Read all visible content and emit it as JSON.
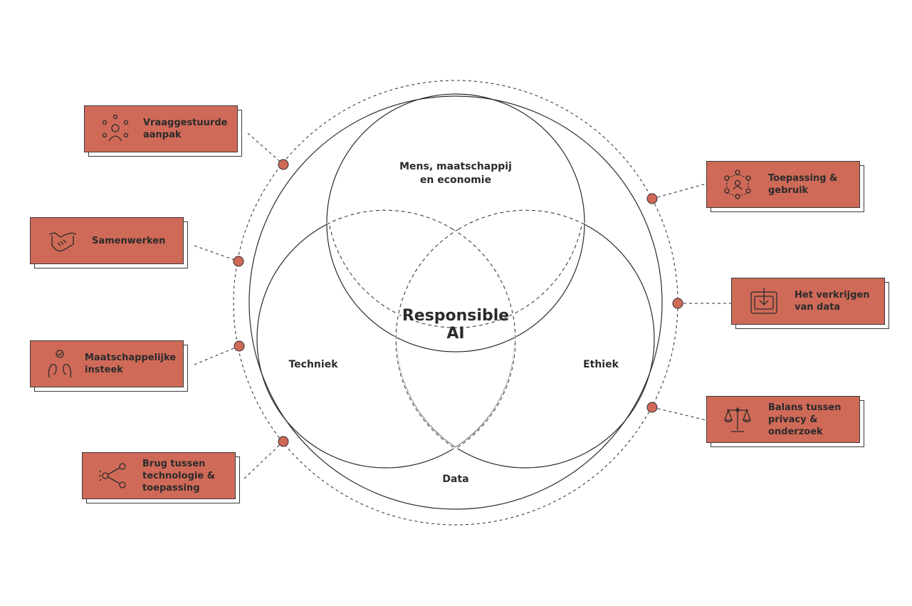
{
  "diagram": {
    "center": "Responsible\nAI",
    "circles": {
      "top": "Mens, maatschappij\nen economie",
      "left": "Techniek",
      "right": "Ethiek",
      "outer": "Data"
    },
    "cards": [
      {
        "id": "vraaggestuurd",
        "label": "Vraaggestuurde\naanpak",
        "icon": "person-network-icon"
      },
      {
        "id": "samenwerken",
        "label": "Samenwerken",
        "icon": "handshake-icon"
      },
      {
        "id": "maatschappelijk",
        "label": "Maatschappelijke\ninsteek",
        "icon": "people-chat-icon"
      },
      {
        "id": "brug",
        "label": "Brug tussen\ntechnologie &\ntoepassing",
        "icon": "share-icon"
      },
      {
        "id": "toepassing",
        "label": "Toepassing &\ngebruik",
        "icon": "user-hub-icon"
      },
      {
        "id": "verkrijgen",
        "label": "Het verkrijgen\nvan data",
        "icon": "download-box-icon"
      },
      {
        "id": "balans",
        "label": "Balans tussen\nprivacy &\nonderzoek",
        "icon": "scales-icon"
      }
    ],
    "colors": {
      "accent": "#d06a58",
      "stroke": "#2b2b2b"
    }
  }
}
